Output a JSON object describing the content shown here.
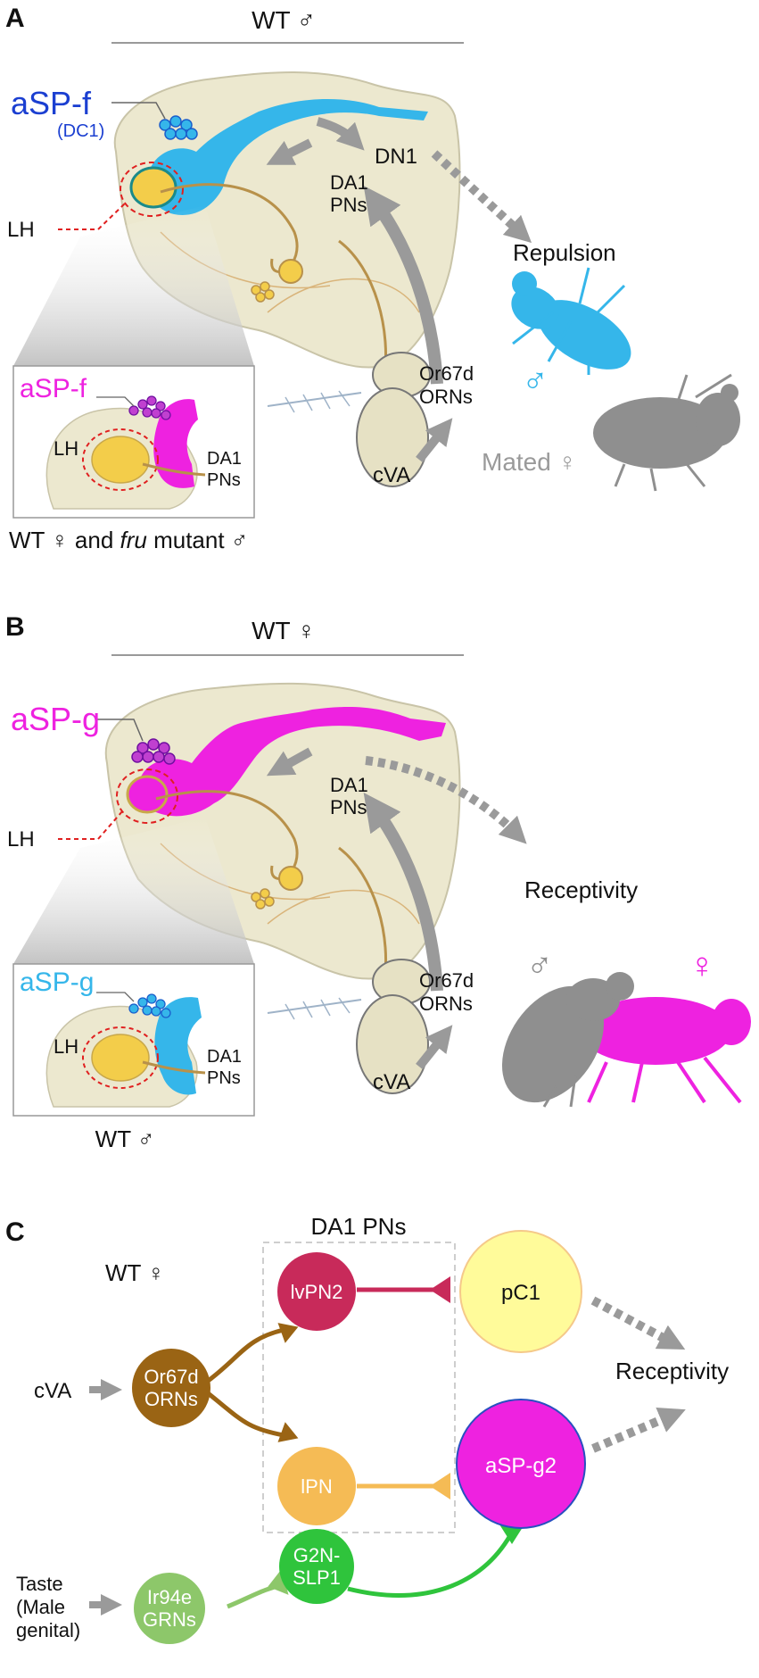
{
  "colors": {
    "cyan": "#35b6ea",
    "magenta": "#ee22e0",
    "blue_text": "#1b3fd1",
    "gray_arrow": "#9a9a9a",
    "brain_fill": "#ece8cf",
    "lh_dash": "#e02020",
    "axon": "#b8914a",
    "yellow": "#f3cd4a",
    "purple": "#a020c0",
    "or67d": "#9a6414",
    "lvpn2": "#c82a5a",
    "lpn": "#f5bb55",
    "pc1": "#fffb9a",
    "ir94e": "#8dc76a",
    "g2n": "#2fc43c"
  },
  "panel_a": {
    "letter": "A",
    "header": "WT ♂",
    "neuron": "aSP-f",
    "neuron_sub": "(DC1)",
    "lh": "LH",
    "dn1": "DN1",
    "da1": "DA1",
    "pns": "PNs",
    "or67d": "Or67d",
    "orns": "ORNs",
    "cva": "cVA",
    "behaviour": "Repulsion",
    "male_symbol": "♂",
    "mated_female": "Mated ♀",
    "inset_neuron": "aSP-f",
    "inset_lh": "LH",
    "inset_da1": "DA1",
    "inset_pns": "PNs",
    "caption_pre": "WT ♀ and ",
    "caption_italic": "fru",
    "caption_post": " mutant ♂"
  },
  "panel_b": {
    "letter": "B",
    "header": "WT ♀",
    "neuron": "aSP-g",
    "lh": "LH",
    "da1": "DA1",
    "pns": "PNs",
    "or67d": "Or67d",
    "orns": "ORNs",
    "cva": "cVA",
    "behaviour": "Receptivity",
    "male_symbol": "♂",
    "female_symbol": "♀",
    "inset_neuron": "aSP-g",
    "inset_lh": "LH",
    "inset_da1": "DA1",
    "inset_pns": "PNs",
    "caption": "WT ♂"
  },
  "panel_c": {
    "letter": "C",
    "box_title": "DA1 PNs",
    "wt_label": "WT ♀",
    "cva": "cVA",
    "or67d_1": "Or67d",
    "or67d_2": "ORNs",
    "lvpn2": "lvPN2",
    "lpn": "lPN",
    "pc1": "pC1",
    "asp_g2": "aSP-g2",
    "receptivity": "Receptivity",
    "taste_1": "Taste",
    "taste_2": "(Male",
    "taste_3": "genital)",
    "ir94e_1": "Ir94e",
    "ir94e_2": "GRNs",
    "g2n_1": "G2N-",
    "g2n_2": "SLP1"
  }
}
